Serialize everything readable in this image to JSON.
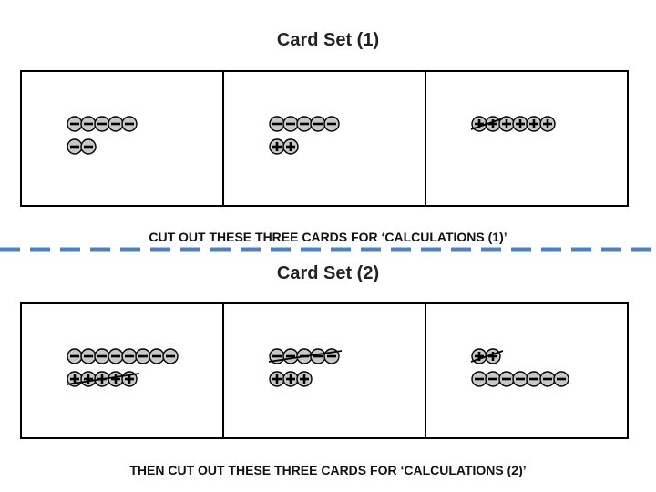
{
  "set1": {
    "title": "Card Set (1)",
    "instruction": "CUT OUT THESE THREE CARDS FOR ‘CALCULATIONS (1)’",
    "cards": [
      {
        "rows": [
          {
            "sign": "-",
            "count": 5
          },
          {
            "sign": "-",
            "count": 2
          }
        ]
      },
      {
        "rows": [
          {
            "sign": "-",
            "count": 5
          },
          {
            "sign": "+",
            "count": 2
          }
        ]
      },
      {
        "rows": [
          {
            "sign": "+",
            "count": 6
          }
        ],
        "strike": [
          {
            "row": 0,
            "from": 0,
            "to": 1
          }
        ]
      }
    ]
  },
  "set2": {
    "title": "Card Set (2)",
    "instruction": "THEN CUT OUT THESE THREE CARDS FOR ‘CALCULATIONS (2)’",
    "cards": [
      {
        "rows": [
          {
            "sign": "-",
            "count": 8
          },
          {
            "sign": "+",
            "count": 5
          }
        ],
        "strike": [
          {
            "row": 1,
            "from": 0,
            "to": 4
          }
        ]
      },
      {
        "rows": [
          {
            "sign": "-",
            "count": 5
          },
          {
            "sign": "+",
            "count": 3
          }
        ],
        "strike": [
          {
            "row": 0,
            "from": 0,
            "to": 4
          }
        ]
      },
      {
        "rows": [
          {
            "sign": "+",
            "count": 2
          },
          {
            "sign": "-",
            "count": 7
          }
        ],
        "strike": [
          {
            "row": 0,
            "from": 0,
            "to": 1
          }
        ]
      }
    ]
  },
  "colors": {
    "divider": "#4f81bd",
    "counter_fill": "#c8c8c8",
    "ink": "#000000"
  }
}
